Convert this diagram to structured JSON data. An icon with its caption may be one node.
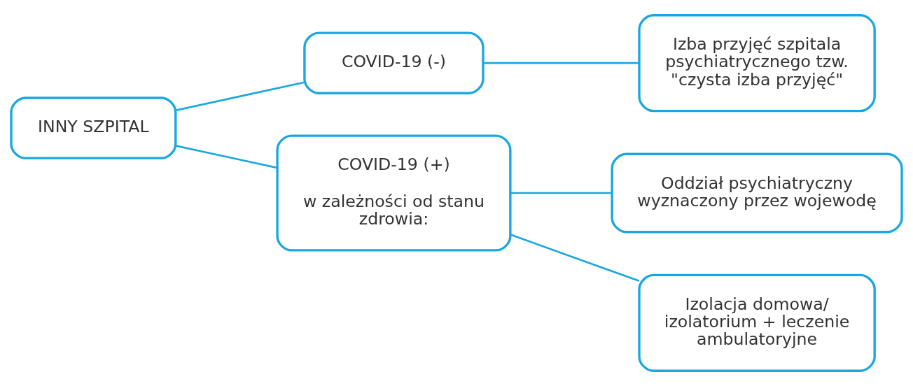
{
  "diagram": {
    "nodes": [
      {
        "text": [
          "INNY SZPITAL"
        ]
      },
      {
        "text": [
          "COVID-19 (-)"
        ]
      },
      {
        "text": [
          "COVID-19 (+)",
          "w zależności od stanu zdrowia:"
        ]
      },
      {
        "text": [
          "Izba przyjęć szpitala psychiatrycznego tzw. \"czysta izba przyjęć\""
        ]
      },
      {
        "text": [
          "Oddział psychiatryczny wyznaczony przez wojewodę"
        ]
      },
      {
        "text": [
          "Izolacja domowa/ izolatorium + leczenie ambulatoryjne"
        ]
      }
    ],
    "edges": [
      {
        "from": 0,
        "to": 1,
        "arrow": "none"
      },
      {
        "from": 0,
        "to": 2,
        "arrow": "none"
      },
      {
        "from": 1,
        "to": 3,
        "arrow": "none"
      },
      {
        "from": 2,
        "to": 4,
        "arrow": "none"
      },
      {
        "from": 2,
        "to": 5,
        "arrow": "none"
      }
    ]
  }
}
